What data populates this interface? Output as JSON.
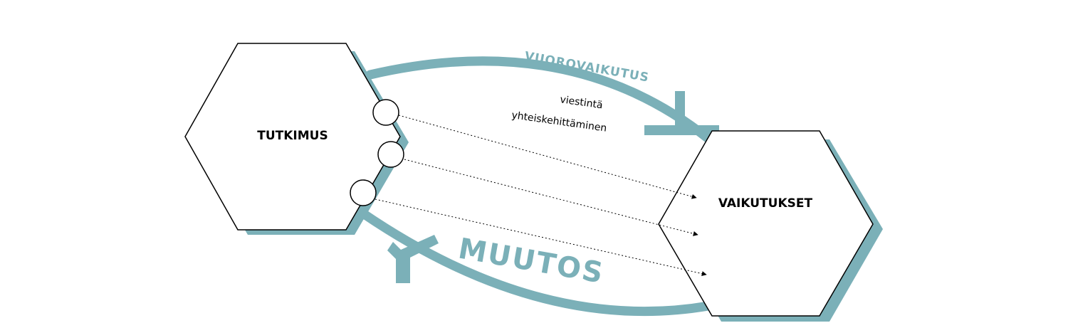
{
  "nodes": {
    "left": {
      "label": "TUTKIMUS"
    },
    "right": {
      "label": "VAIKUTUKSET"
    }
  },
  "arcs": {
    "top": {
      "label": "VUOROVAIKUTUS"
    },
    "bottom": {
      "label": "MUUTOS"
    }
  },
  "flows": [
    {
      "label": "viestintä"
    },
    {
      "label": "yhteiskehittäminen"
    },
    {
      "label": ""
    }
  ],
  "colors": {
    "accent": "#7bb0b8",
    "outline": "#000000",
    "fill": "#ffffff"
  }
}
